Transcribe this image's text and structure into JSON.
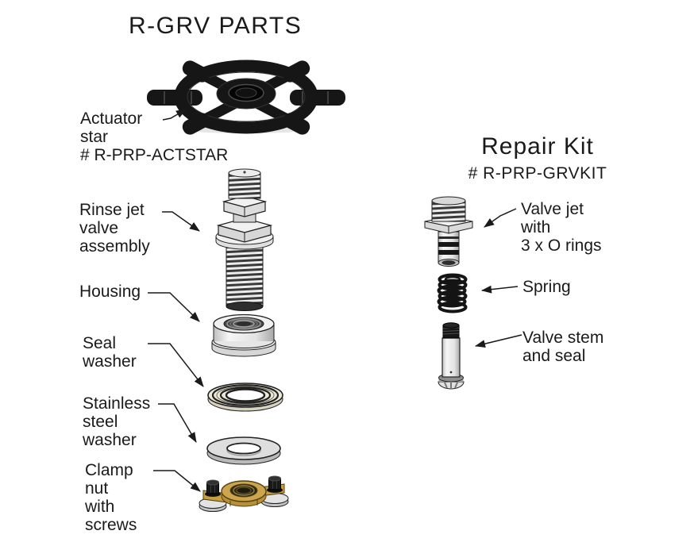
{
  "title": "R-GRV PARTS",
  "colors": {
    "background": "#ffffff",
    "text": "#1a1a1a",
    "part_black": "#161616",
    "line_art_fill": "#e9e9e9",
    "brass": "#cda54e",
    "seal_cream": "#ece7d6",
    "steel_gray": "#dedede"
  },
  "main_parts": {
    "actuator_star": {
      "label": "Actuator\nstar\n# R-PRP-ACTSTAR"
    },
    "rinse_jet_valve": {
      "label": "Rinse jet\nvalve\nassembly"
    },
    "housing": {
      "label": "Housing"
    },
    "seal_washer": {
      "label": "Seal\nwasher"
    },
    "stainless_steel_washer": {
      "label": "Stainless\nsteel\nwasher"
    },
    "clamp_nut": {
      "label": "Clamp\nnut\nwith\nscrews"
    }
  },
  "repair_kit": {
    "title": "Repair Kit",
    "part_number": "# R-PRP-GRVKIT",
    "items": {
      "valve_jet": {
        "label": "Valve jet\nwith\n3 x O rings"
      },
      "spring": {
        "label": "Spring"
      },
      "valve_stem": {
        "label": "Valve stem\nand seal"
      }
    }
  }
}
